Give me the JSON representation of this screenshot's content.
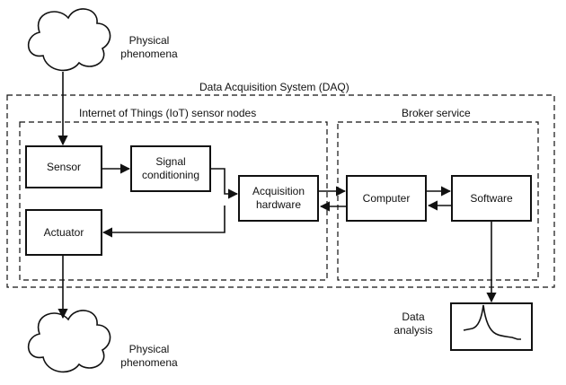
{
  "phenomena_top": {
    "line1": "Physical",
    "line2": "phenomena"
  },
  "phenomena_bottom": {
    "line1": "Physical",
    "line2": "phenomena"
  },
  "daq": {
    "title": "Data Acquisition System (DAQ)"
  },
  "iot": {
    "title": "Internet of Things (IoT) sensor nodes"
  },
  "broker": {
    "title": "Broker service"
  },
  "blocks": {
    "sensor": "Sensor",
    "signal_line1": "Signal",
    "signal_line2": "conditioning",
    "acq_line1": "Acquisition",
    "acq_line2": "hardware",
    "actuator": "Actuator",
    "computer": "Computer",
    "software": "Software"
  },
  "analysis": {
    "line1": "Data",
    "line2": "analysis"
  }
}
